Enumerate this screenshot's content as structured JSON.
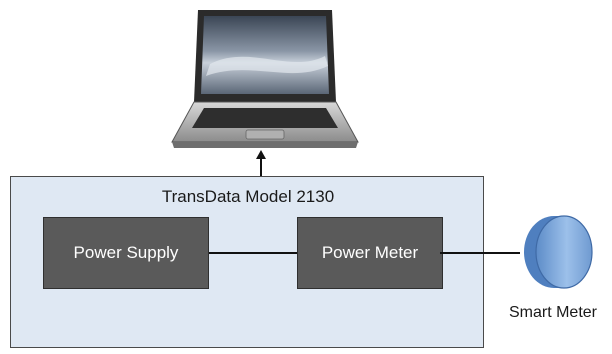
{
  "enclosure": {
    "title": "TransData Model 2130"
  },
  "modules": {
    "power_supply": "Power Supply",
    "power_meter": "Power Meter"
  },
  "smart_meter": {
    "label": "Smart Meter"
  },
  "icons": {
    "laptop": "laptop-icon",
    "smart_meter": "cylinder-icon"
  },
  "colors": {
    "enclosure_fill": "#dfe8f3",
    "module_fill": "#5a5a5a",
    "smart_meter_fill": "#8fb4e0"
  }
}
